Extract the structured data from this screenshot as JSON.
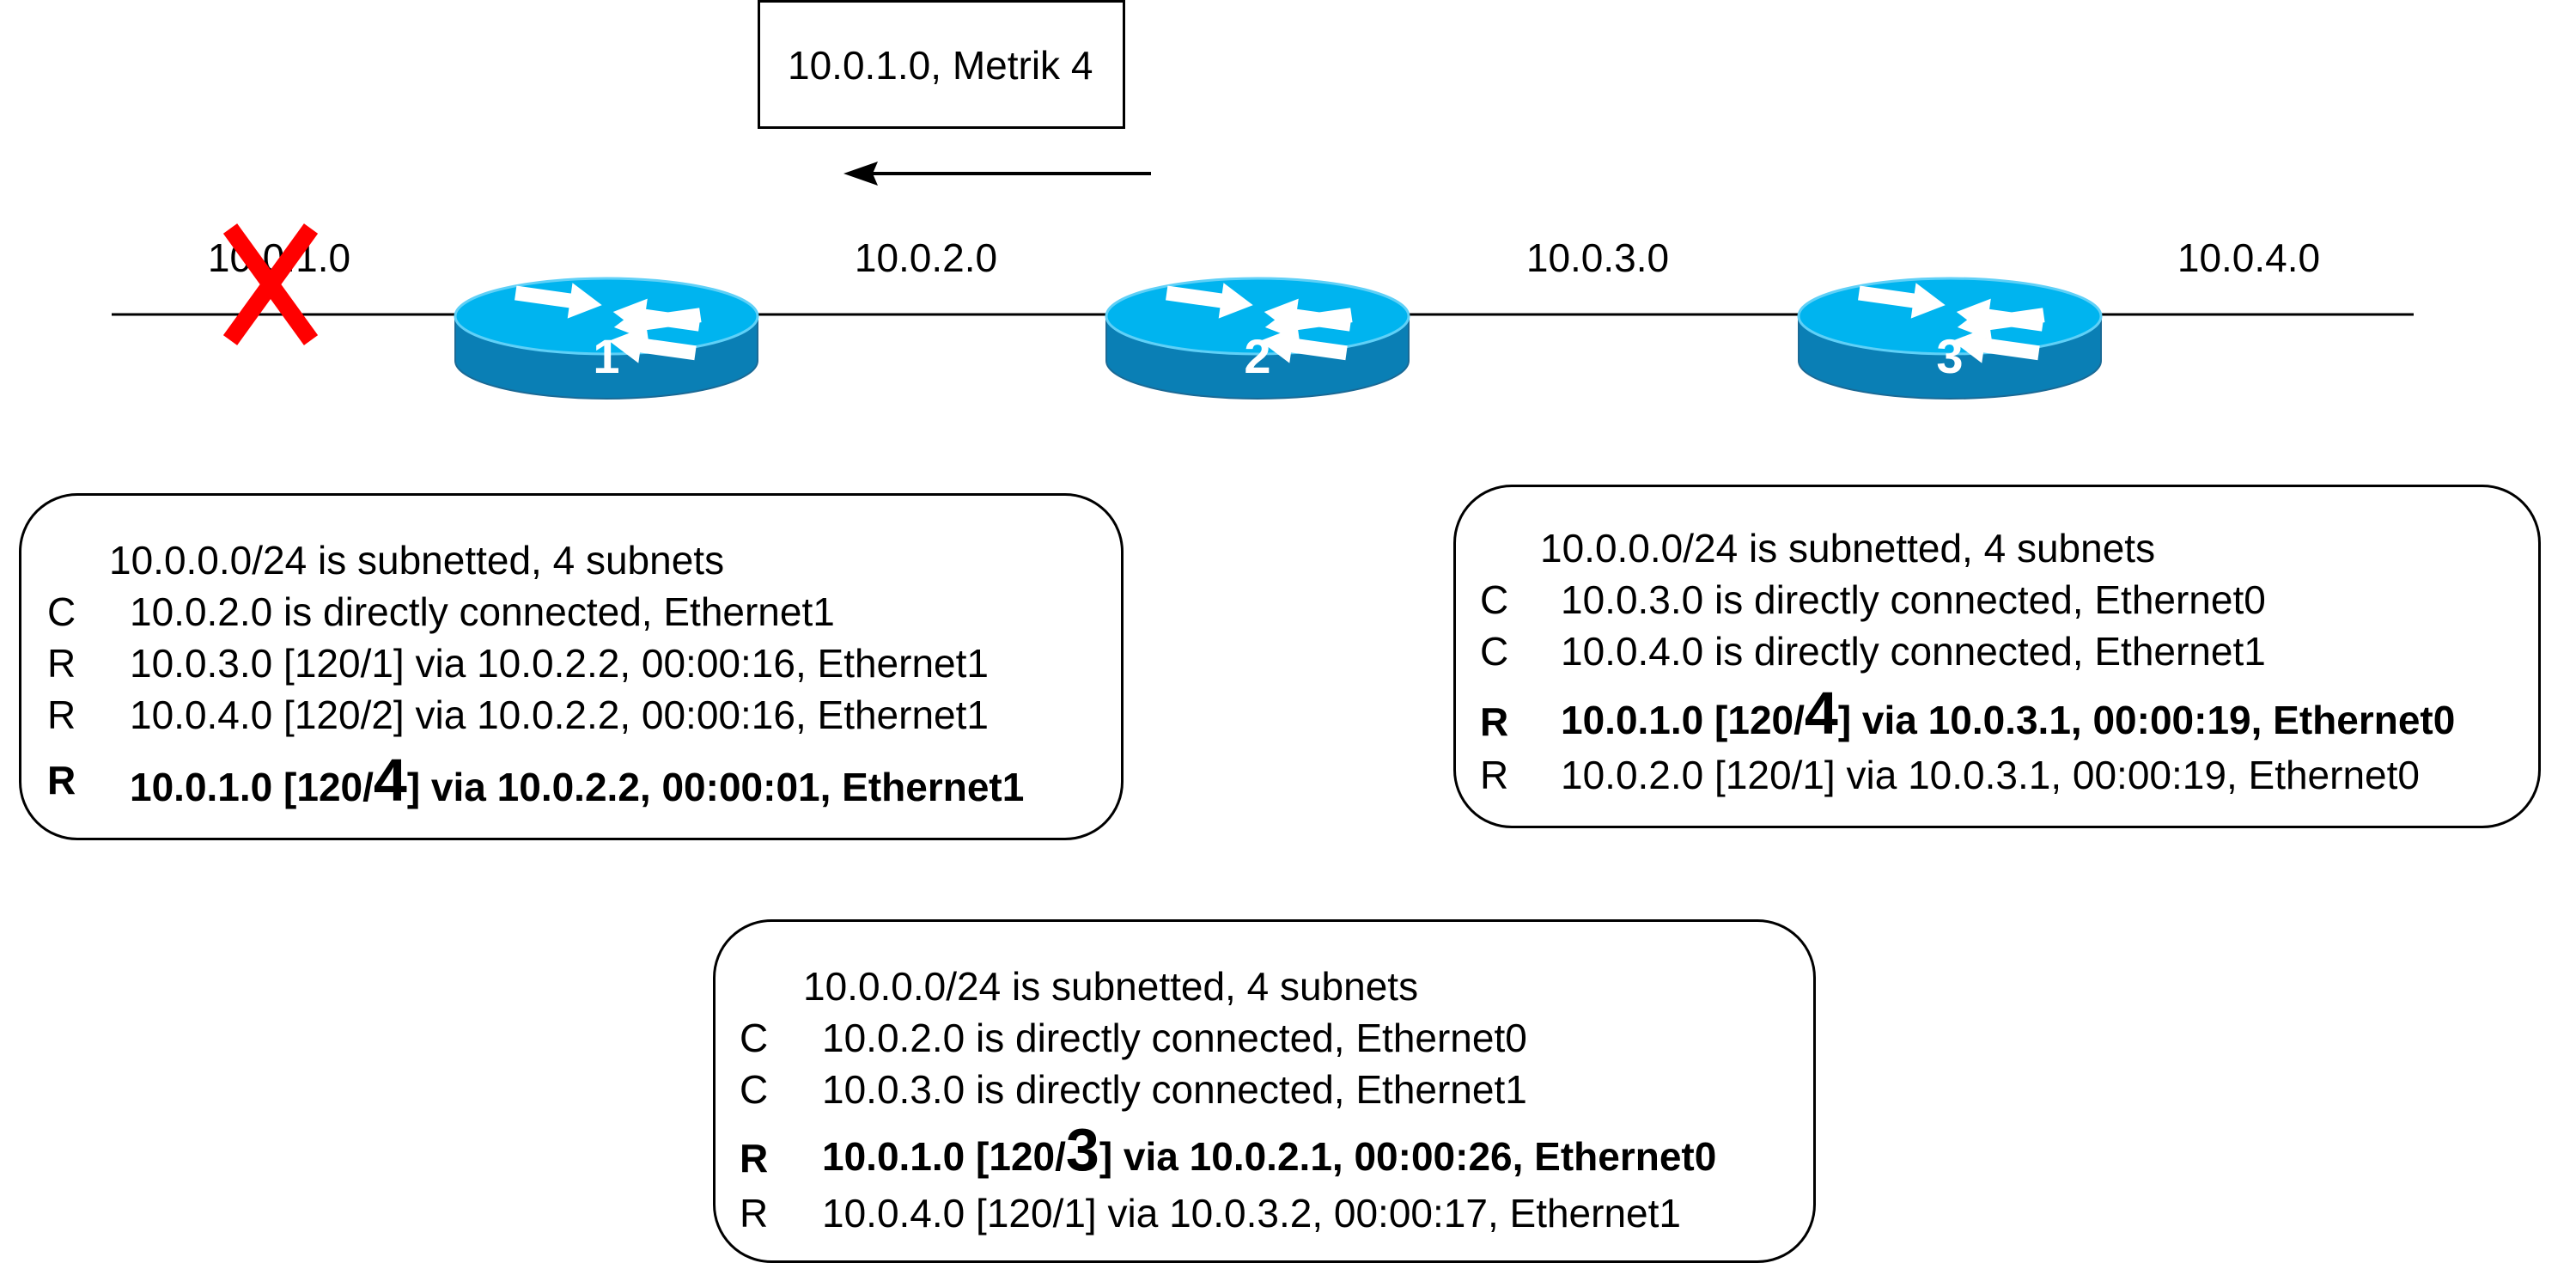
{
  "update_message": {
    "text": "10.0.1.0, Metrik 4",
    "direction": "left"
  },
  "networks": [
    {
      "id": "net1",
      "label": "10.0.1.0",
      "failed": true
    },
    {
      "id": "net2",
      "label": "10.0.2.0"
    },
    {
      "id": "net3",
      "label": "10.0.3.0"
    },
    {
      "id": "net4",
      "label": "10.0.4.0"
    }
  ],
  "routers": [
    {
      "id": "r1",
      "label": "1"
    },
    {
      "id": "r2",
      "label": "2"
    },
    {
      "id": "r3",
      "label": "3"
    }
  ],
  "colors": {
    "router_top": "#00b4ef",
    "router_side": "#0a7fb5",
    "router_edge": "#1a6a96",
    "failure_x": "#ff0000",
    "line": "#000000"
  },
  "routing_tables": {
    "router1": {
      "header": "10.0.0.0/24 is subnetted, 4 subnets",
      "rows": [
        {
          "code": "C",
          "text": "10.0.2.0 is directly connected, Ethernet1",
          "bold": false
        },
        {
          "code": "R",
          "text": "10.0.3.0 [120/1] via 10.0.2.2, 00:00:16, Ethernet1",
          "bold": false
        },
        {
          "code": "R",
          "text": "10.0.4.0 [120/2] via 10.0.2.2, 00:00:16, Ethernet1",
          "bold": false
        },
        {
          "code": "R",
          "pre": "10.0.1.0 [120/",
          "metric": "4",
          "post": "] via 10.0.2.2, 00:00:01, Ethernet1",
          "bold": true
        }
      ]
    },
    "router2": {
      "header": "10.0.0.0/24 is subnetted, 4 subnets",
      "rows": [
        {
          "code": "C",
          "text": "10.0.2.0 is directly connected, Ethernet0",
          "bold": false
        },
        {
          "code": "C",
          "text": "10.0.3.0 is directly connected, Ethernet1",
          "bold": false
        },
        {
          "code": "R",
          "pre": "10.0.1.0 [120/",
          "metric": "3",
          "post": "] via 10.0.2.1, 00:00:26, Ethernet0",
          "bold": true
        },
        {
          "code": "R",
          "text": "10.0.4.0 [120/1] via 10.0.3.2, 00:00:17, Ethernet1",
          "bold": false
        }
      ]
    },
    "router3": {
      "header": "10.0.0.0/24 is subnetted, 4 subnets",
      "rows": [
        {
          "code": "C",
          "text": "10.0.3.0 is directly connected, Ethernet0",
          "bold": false
        },
        {
          "code": "C",
          "text": "10.0.4.0 is directly connected, Ethernet1",
          "bold": false
        },
        {
          "code": "R",
          "pre": "10.0.1.0 [120/",
          "metric": "4",
          "post": "] via 10.0.3.1, 00:00:19, Ethernet0",
          "bold": true
        },
        {
          "code": "R",
          "text": "10.0.2.0 [120/1] via 10.0.3.1, 00:00:19, Ethernet0",
          "bold": false
        }
      ]
    }
  }
}
